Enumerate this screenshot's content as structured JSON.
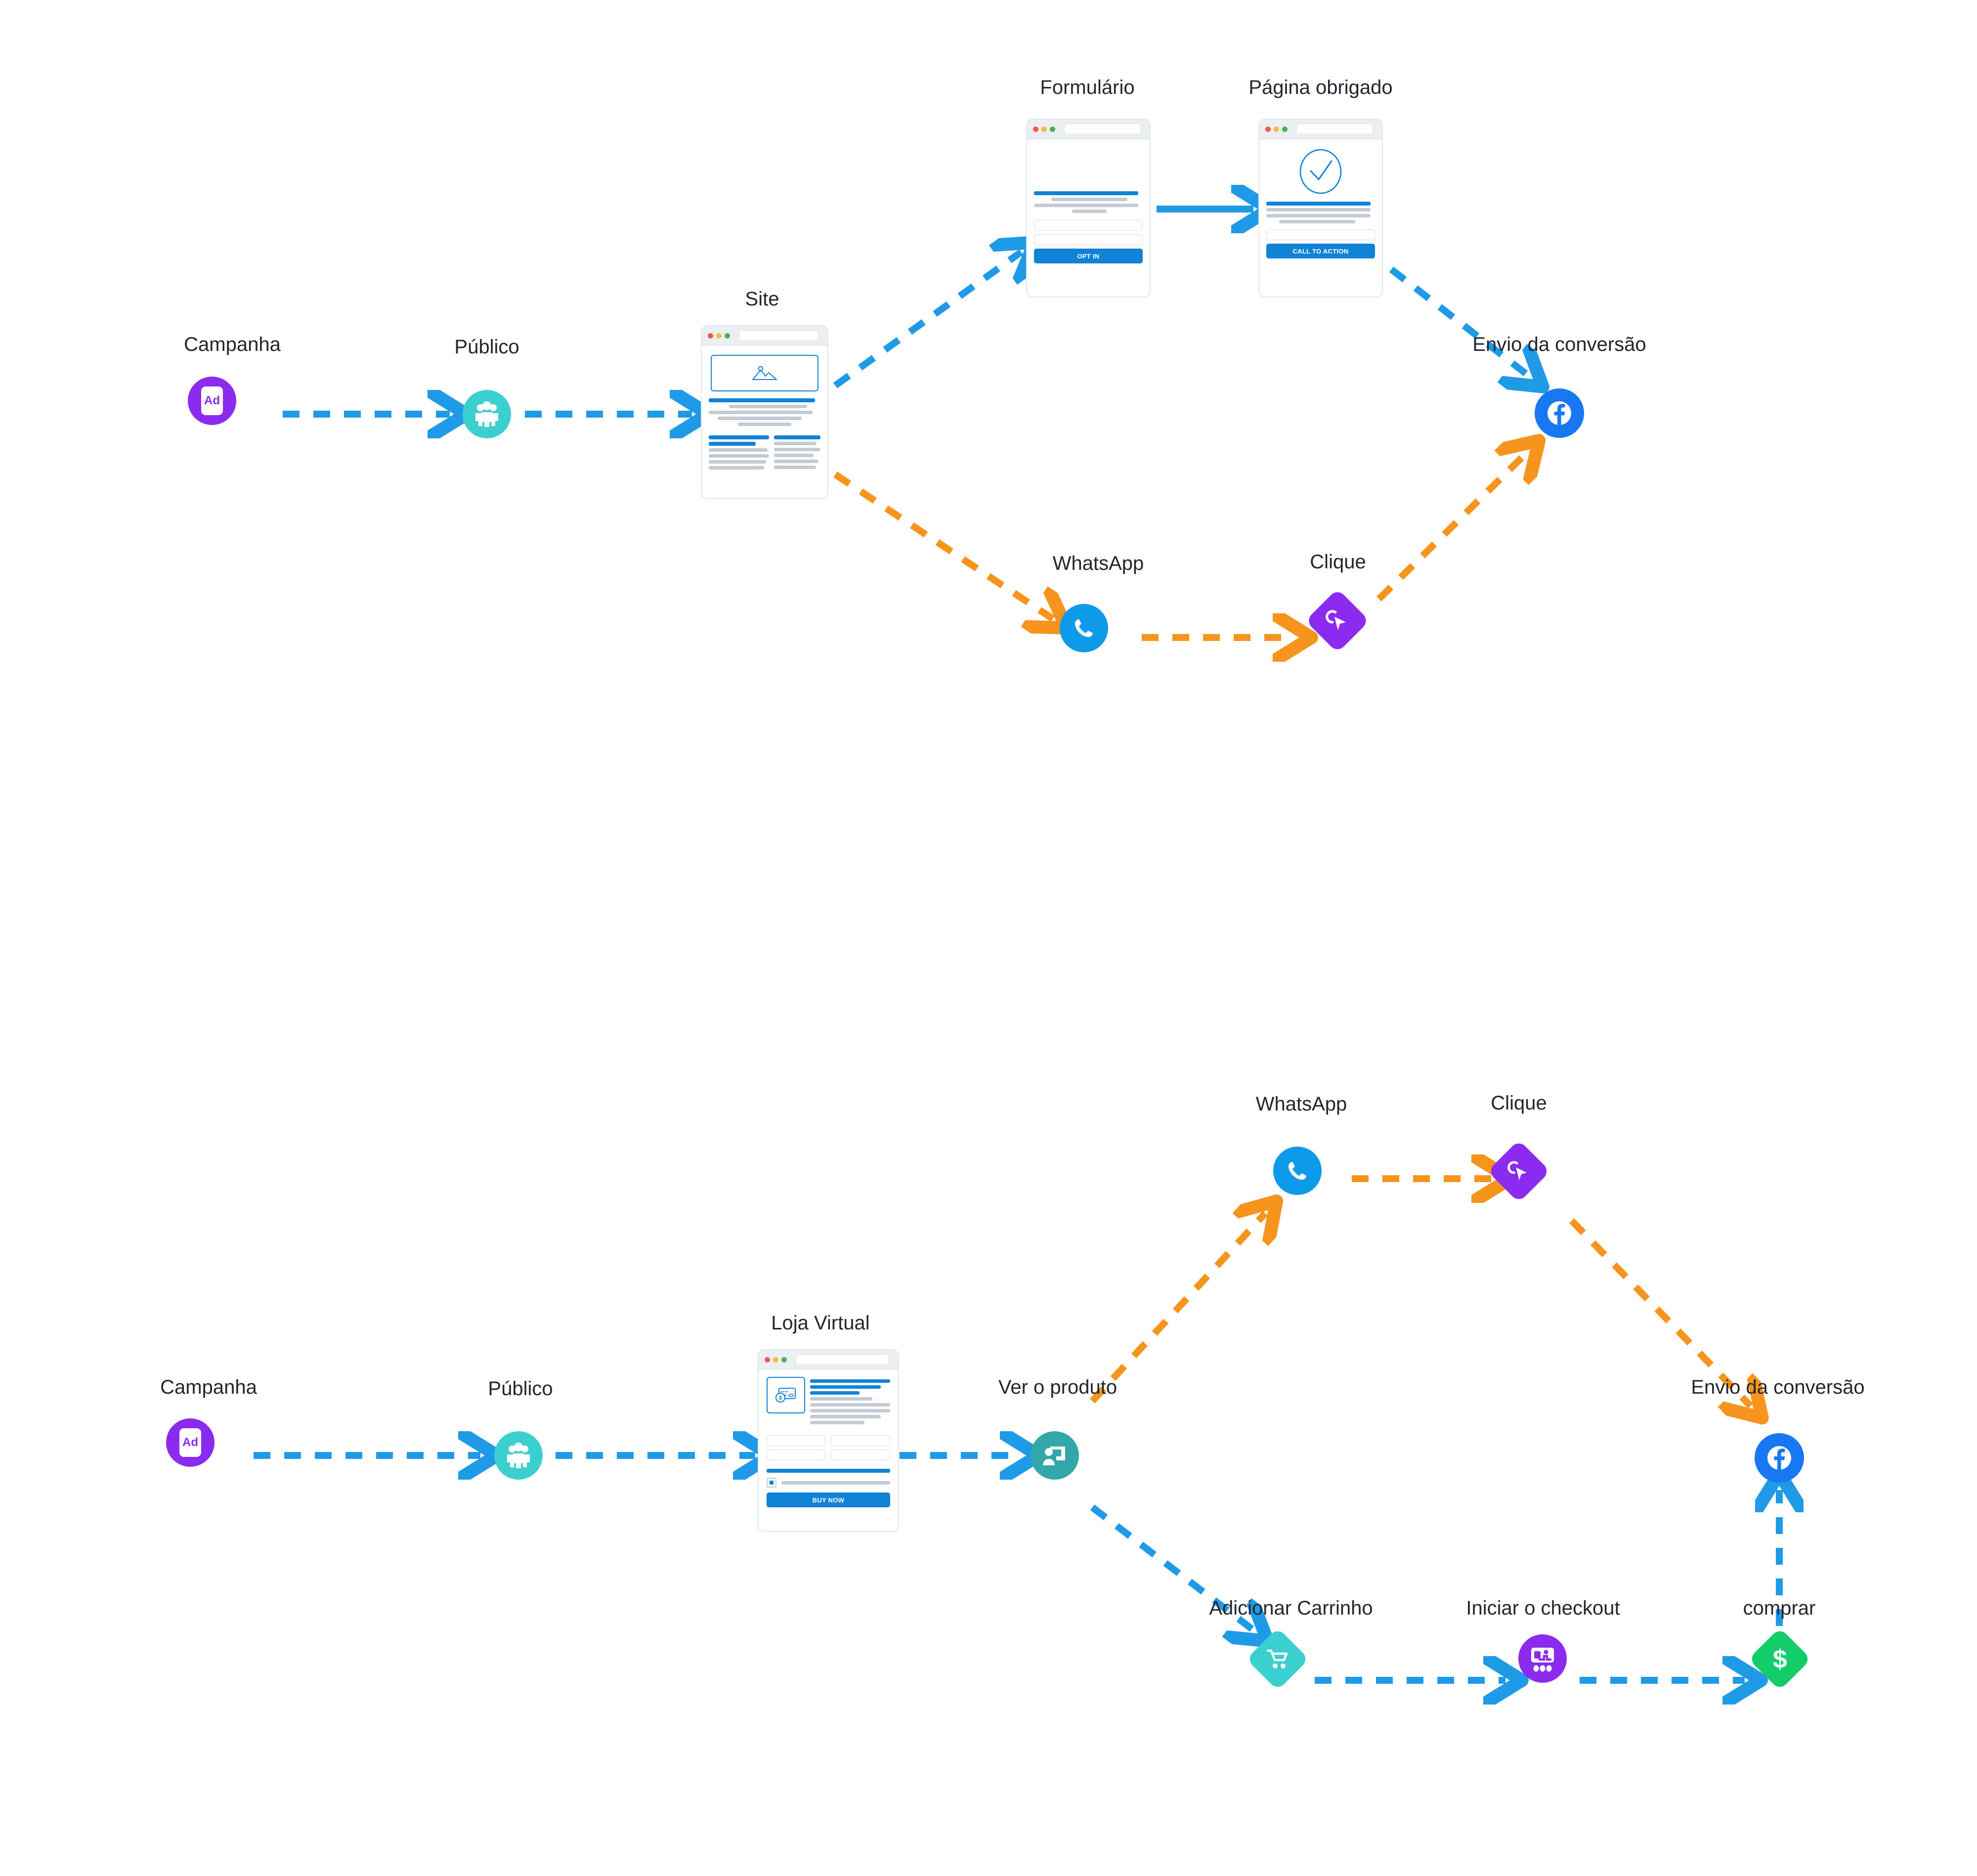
{
  "meta": {
    "title": "Fluxo de conversão — Site e Loja Virtual",
    "colors": {
      "blue_arrow": "#1f9ae6",
      "orange_arrow": "#f7941e",
      "purple": "#8b2bef",
      "teal": "#3ccfcf",
      "teal_dark": "#33a8a8",
      "facebook": "#1877f2",
      "whatsapp": "#0d9ae8",
      "green": "#13cc6a",
      "mockup_blue": "#1183d6",
      "text": "#22262e"
    }
  },
  "flows": [
    {
      "id": "flow-site",
      "nodes": [
        {
          "key": "campanha",
          "label": "Campanha",
          "icon": "ad-icon"
        },
        {
          "key": "publico",
          "label": "Público",
          "icon": "audience-icon"
        },
        {
          "key": "site",
          "label": "Site",
          "icon": "browser-site-mockup"
        },
        {
          "key": "formulario",
          "label": "Formulário",
          "icon": "browser-form-mockup"
        },
        {
          "key": "pagina-obrigado",
          "label": "Página obrigado",
          "icon": "browser-thankyou-mockup"
        },
        {
          "key": "whatsapp",
          "label": "WhatsApp",
          "icon": "phone-icon"
        },
        {
          "key": "clique",
          "label": "Clique",
          "icon": "cursor-click-icon"
        },
        {
          "key": "envio",
          "label": "Envio da conversão",
          "icon": "facebook-icon"
        }
      ],
      "mockups": {
        "form": {
          "button": "OPT IN"
        },
        "thankyou": {
          "button": "CALL TO ACTION"
        }
      }
    },
    {
      "id": "flow-loja",
      "nodes": [
        {
          "key": "campanha",
          "label": "Campanha",
          "icon": "ad-icon"
        },
        {
          "key": "publico",
          "label": "Público",
          "icon": "audience-icon"
        },
        {
          "key": "loja-virtual",
          "label": "Loja Virtual",
          "icon": "browser-shop-mockup"
        },
        {
          "key": "ver-produto",
          "label": "Ver o produto",
          "icon": "view-product-icon"
        },
        {
          "key": "whatsapp",
          "label": "WhatsApp",
          "icon": "phone-icon"
        },
        {
          "key": "clique",
          "label": "Clique",
          "icon": "cursor-click-icon"
        },
        {
          "key": "adicionar-carrinho",
          "label": "Adicionar Carrinho",
          "icon": "shopping-cart-icon"
        },
        {
          "key": "iniciar-checkout",
          "label": "Iniciar o checkout",
          "icon": "checkout-icon"
        },
        {
          "key": "comprar",
          "label": "comprar",
          "icon": "dollar-icon"
        },
        {
          "key": "envio",
          "label": "Envio da conversão",
          "icon": "facebook-icon"
        }
      ],
      "mockups": {
        "shop": {
          "button": "BUY NOW"
        }
      }
    }
  ],
  "badges": {
    "ad_text": "Ad"
  }
}
